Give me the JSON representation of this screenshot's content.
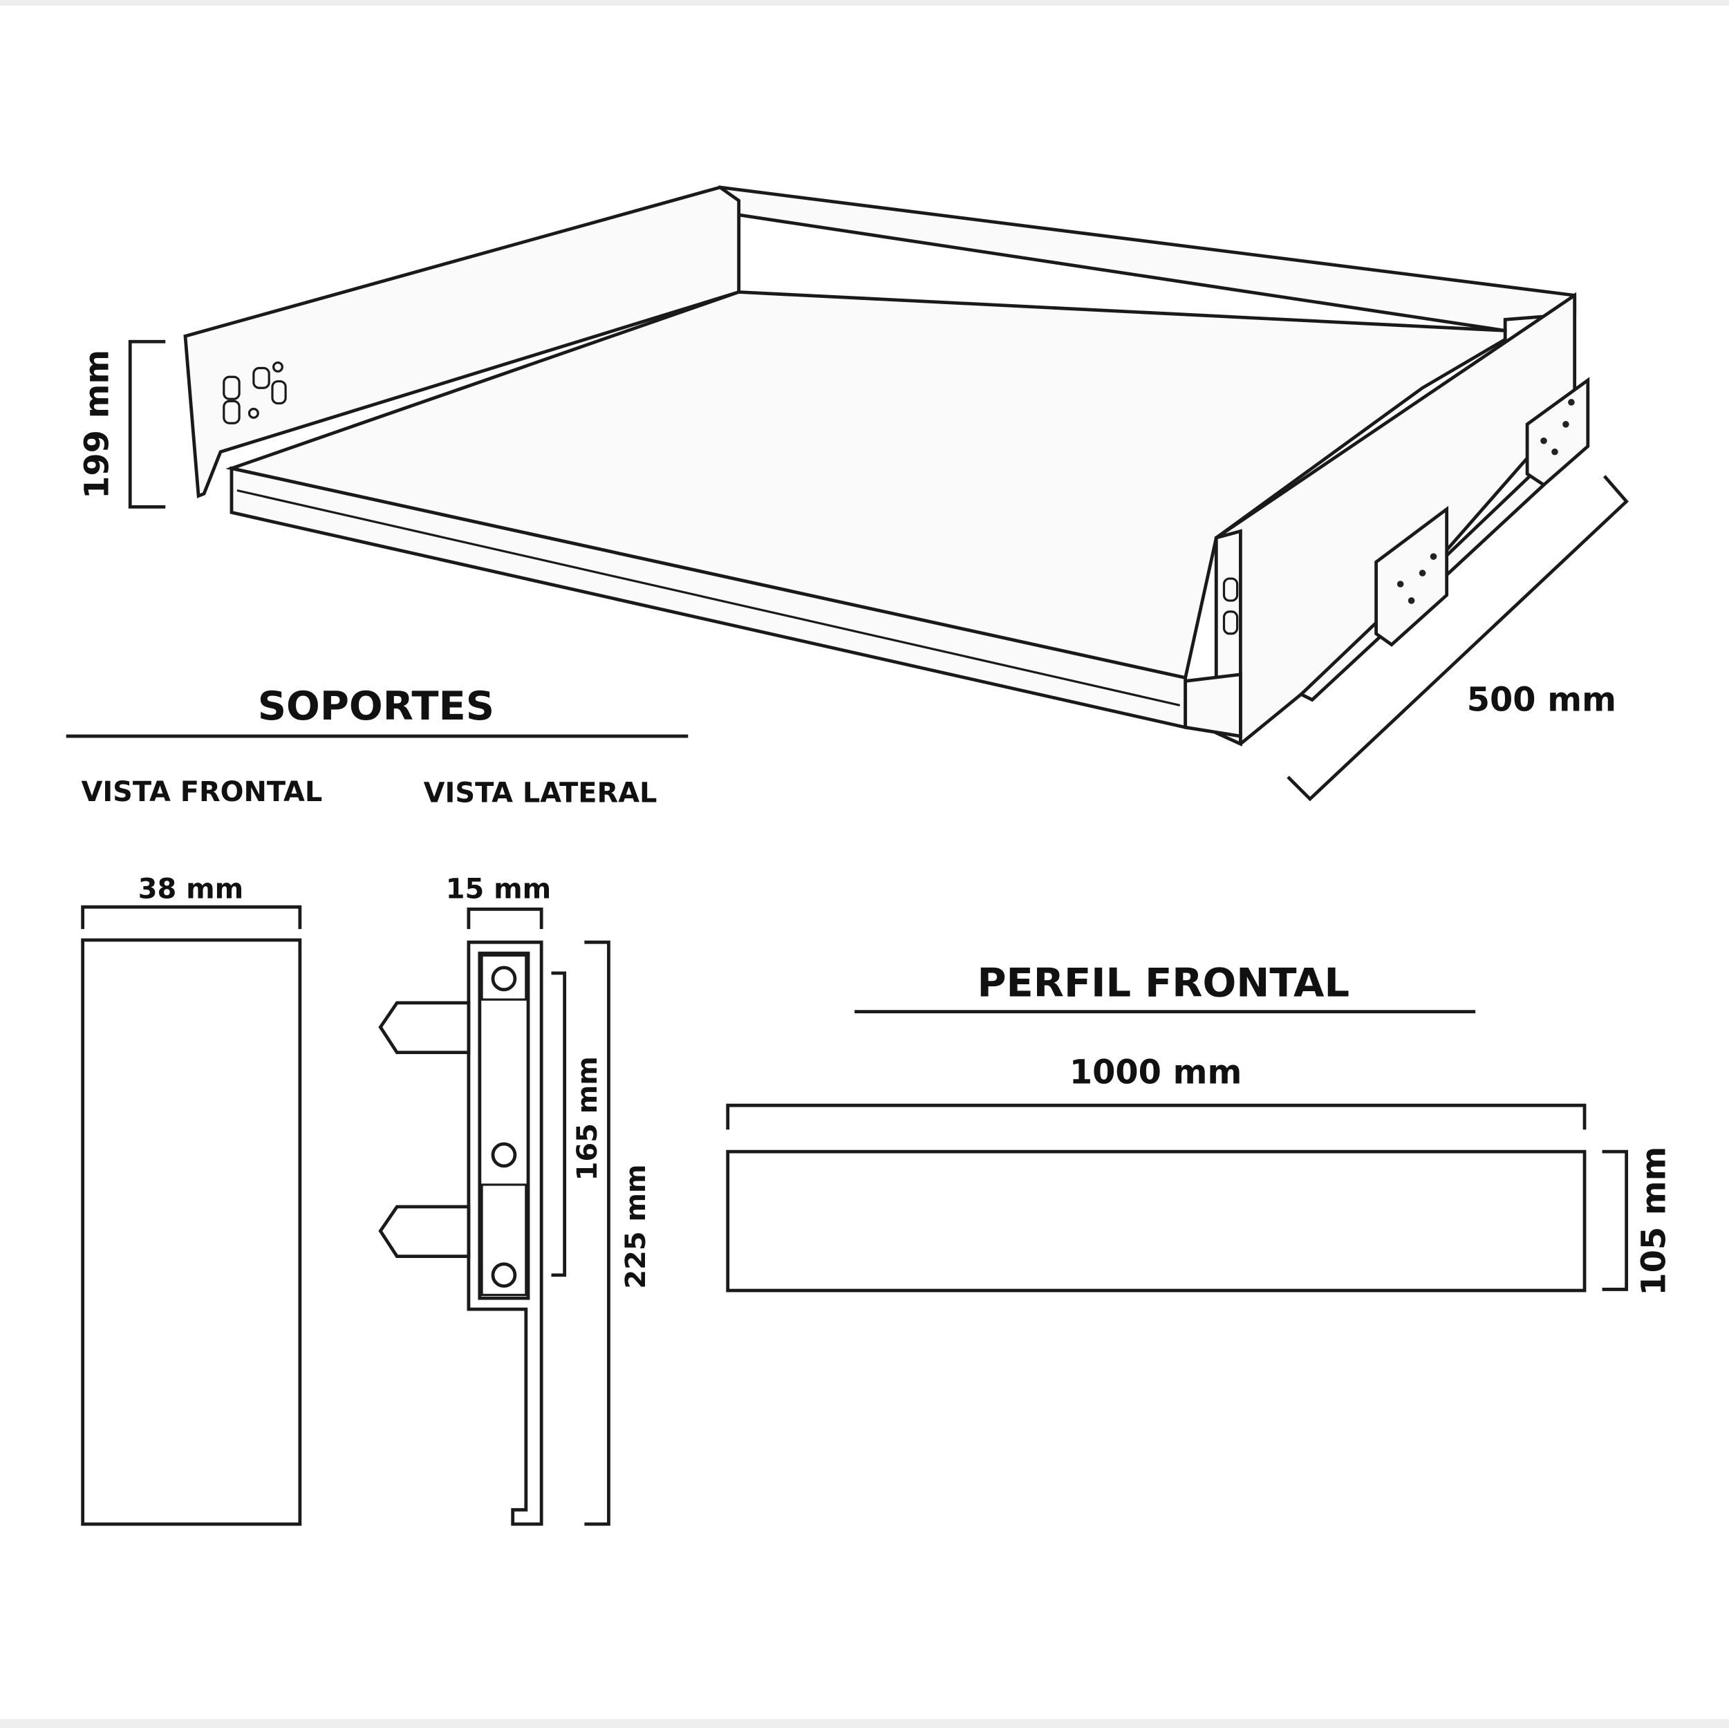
{
  "drawer": {
    "height_label": "199 mm",
    "depth_label": "500 mm"
  },
  "supports": {
    "title": "SOPORTES",
    "front_view_label": "VISTA FRONTAL",
    "side_view_label": "VISTA LATERAL",
    "front_width_label": "38 mm",
    "side_width_label": "15 mm",
    "side_inner_height_label": "165 mm",
    "side_height_label": "225 mm"
  },
  "front_profile": {
    "title": "PERFIL FRONTAL",
    "width_label": "1000 mm",
    "height_label": "105 mm"
  }
}
